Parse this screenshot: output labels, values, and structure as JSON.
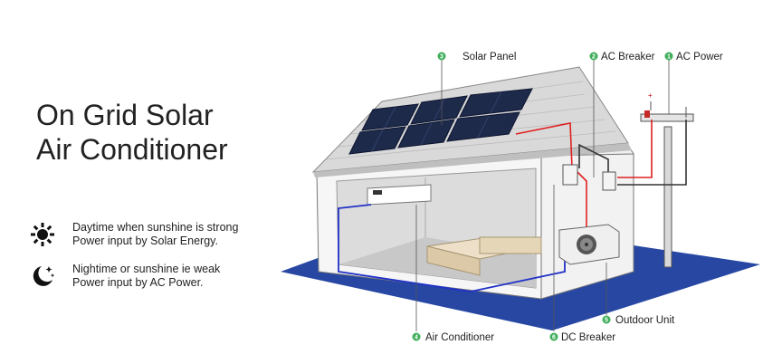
{
  "title": {
    "line1": "On Grid Solar",
    "line2": "Air Conditioner"
  },
  "legend": [
    {
      "icon": "sun-icon",
      "line1": "Daytime when sunshine is strong",
      "line2": "Power input by Solar Energy."
    },
    {
      "icon": "moon-stars-icon",
      "line1": "Nightime or sunshine ie weak",
      "line2": "Power input by AC Power."
    }
  ],
  "callouts": [
    {
      "num": "1",
      "label": "AC Power"
    },
    {
      "num": "2",
      "label": "AC Breaker"
    },
    {
      "num": "3",
      "label": "Solar Panel"
    },
    {
      "num": "4",
      "label": "Air Conditioner"
    },
    {
      "num": "5",
      "label": "Outdoor Unit"
    },
    {
      "num": "6",
      "label": "DC Breaker"
    }
  ],
  "colors": {
    "ground": "#2747a3",
    "panel": "#1d2a4a",
    "dc_wire": "#e02020",
    "ac_wire": "#2032c8",
    "badge": "#3fae5a"
  }
}
